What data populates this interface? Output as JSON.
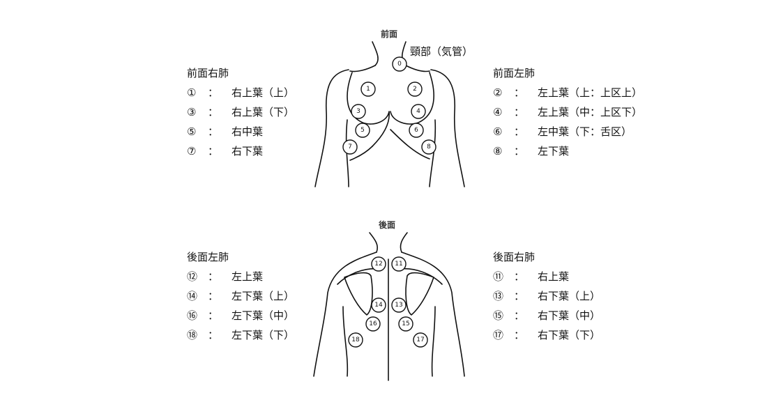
{
  "front": {
    "title": "前面",
    "neck_label": "頸部（気管）",
    "right_lung": {
      "heading": "前面右肺",
      "items": [
        {
          "num": "①",
          "sep": "：",
          "label": "右上葉（上）"
        },
        {
          "num": "③",
          "sep": "：",
          "label": "右上葉（下）"
        },
        {
          "num": "⑤",
          "sep": "：",
          "label": "右中葉"
        },
        {
          "num": "⑦",
          "sep": "：",
          "label": "右下葉"
        }
      ]
    },
    "left_lung": {
      "heading": "前面左肺",
      "items": [
        {
          "num": "②",
          "sep": "：",
          "label": "左上葉（上：上区上）"
        },
        {
          "num": "④",
          "sep": "：",
          "label": "左上葉（中：上区下）"
        },
        {
          "num": "⑥",
          "sep": "：",
          "label": "左中葉（下：舌区）"
        },
        {
          "num": "⑧",
          "sep": "：",
          "label": "左下葉"
        }
      ]
    },
    "markers": [
      "0",
      "1",
      "2",
      "3",
      "4",
      "5",
      "6",
      "7",
      "8"
    ]
  },
  "back": {
    "title": "後面",
    "left_lung": {
      "heading": "後面左肺",
      "items": [
        {
          "num": "⑫",
          "sep": "：",
          "label": "左上葉"
        },
        {
          "num": "⑭",
          "sep": "：",
          "label": "左下葉（上）"
        },
        {
          "num": "⑯",
          "sep": "：",
          "label": "左下葉（中）"
        },
        {
          "num": "⑱",
          "sep": "：",
          "label": "左下葉（下）"
        }
      ]
    },
    "right_lung": {
      "heading": "後面右肺",
      "items": [
        {
          "num": "⑪",
          "sep": "：",
          "label": "右上葉"
        },
        {
          "num": "⑬",
          "sep": "：",
          "label": "右下葉（上）"
        },
        {
          "num": "⑮",
          "sep": "：",
          "label": "右下葉（中）"
        },
        {
          "num": "⑰",
          "sep": "：",
          "label": "右下葉（下）"
        }
      ]
    },
    "markers": [
      "11",
      "12",
      "13",
      "14",
      "15",
      "16",
      "17",
      "18"
    ]
  }
}
